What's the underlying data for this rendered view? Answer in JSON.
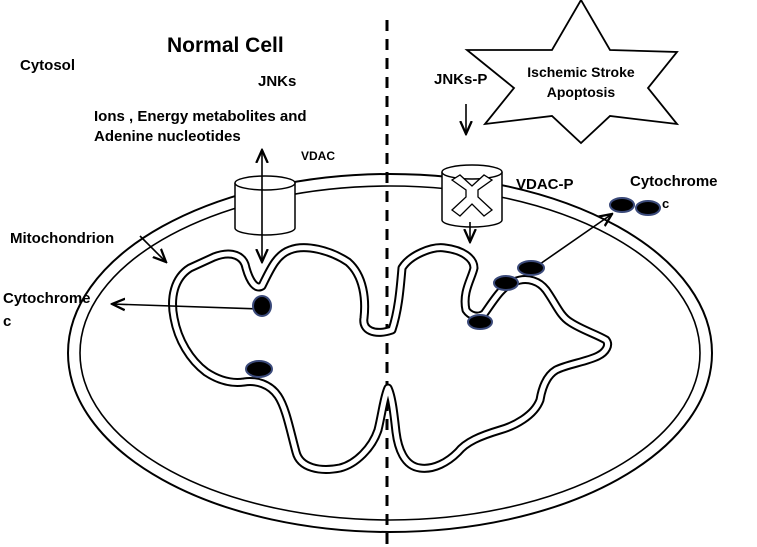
{
  "labels": {
    "title": "Normal Cell",
    "cytosol": "Cytosol",
    "jnks": "JNKs",
    "ions_line1": "Ions , Energy metabolites and",
    "ions_line2": "Adenine nucleotides",
    "vdac": "VDAC",
    "mitochondrion": "Mitochondrion",
    "cytochrome_left_line1": "Cytochrome",
    "cytochrome_left_line2": "c",
    "jnks_p": "JNKs-P",
    "vdac_p": "VDAC-P",
    "star_line1": "Ischemic Stroke",
    "star_line2": "Apoptosis",
    "cytochrome_right_line1": "Cytochrome",
    "cytochrome_right_line2": "c"
  },
  "colors": {
    "stroke": "#000000",
    "background": "#ffffff",
    "cytochrome_fill": "#000000",
    "cytochrome_outline": "#3b4a7a"
  }
}
